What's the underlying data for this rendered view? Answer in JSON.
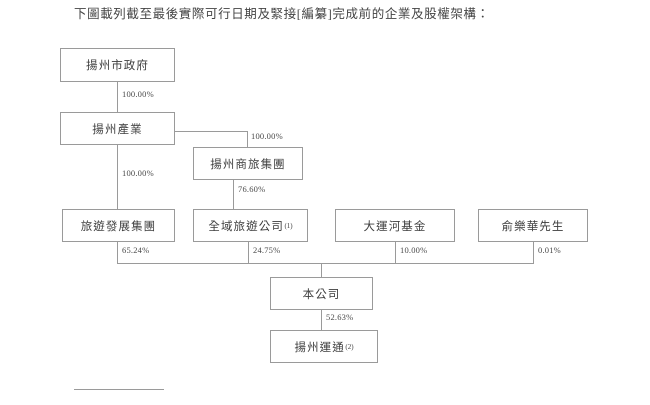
{
  "document": {
    "intro_text": "下圖載列截至最後實際可行日期及緊接[編纂]完成前的企業及股權架構："
  },
  "chart_data": {
    "type": "diagram",
    "title": "企業及股權架構",
    "nodes": [
      {
        "id": "yangzhou-municipal-government",
        "label": "揚州市政府",
        "sup": ""
      },
      {
        "id": "yangzhou-industry",
        "label": "揚州產業",
        "sup": ""
      },
      {
        "id": "yangzhou-commerce-travel-group",
        "label": "揚州商旅集團",
        "sup": ""
      },
      {
        "id": "tourism-development-group",
        "label": "旅遊發展集團",
        "sup": ""
      },
      {
        "id": "quanyu-tourism-company",
        "label": "全域旅遊公司",
        "sup": "(1)"
      },
      {
        "id": "grand-canal-fund",
        "label": "大運河基金",
        "sup": ""
      },
      {
        "id": "mr-yu-lehua",
        "label": "俞樂華先生",
        "sup": ""
      },
      {
        "id": "our-company",
        "label": "本公司",
        "sup": ""
      },
      {
        "id": "yangzhou-yuntong",
        "label": "揚州運通",
        "sup": "(2)"
      }
    ],
    "edges": [
      {
        "from": "yangzhou-municipal-government",
        "to": "yangzhou-industry",
        "percent": "100.00%"
      },
      {
        "from": "yangzhou-industry",
        "to": "yangzhou-commerce-travel-group",
        "percent": "100.00%"
      },
      {
        "from": "yangzhou-industry",
        "to": "tourism-development-group",
        "percent": "100.00%"
      },
      {
        "from": "yangzhou-commerce-travel-group",
        "to": "quanyu-tourism-company",
        "percent": "76.60%"
      },
      {
        "from": "tourism-development-group",
        "to": "our-company",
        "percent": "65.24%"
      },
      {
        "from": "quanyu-tourism-company",
        "to": "our-company",
        "percent": "24.75%"
      },
      {
        "from": "grand-canal-fund",
        "to": "our-company",
        "percent": "10.00%"
      },
      {
        "from": "mr-yu-lehua",
        "to": "our-company",
        "percent": "0.01%"
      },
      {
        "from": "our-company",
        "to": "yangzhou-yuntong",
        "percent": "52.63%"
      }
    ],
    "percent_labels": [
      "100.00%",
      "100.00%",
      "100.00%",
      "76.60%",
      "65.24%",
      "24.75%",
      "10.00%",
      "0.01%",
      "52.63%"
    ],
    "colors": {
      "border": "#9a9a9a",
      "text": "#3d3d3d",
      "background": "#ffffff"
    }
  }
}
